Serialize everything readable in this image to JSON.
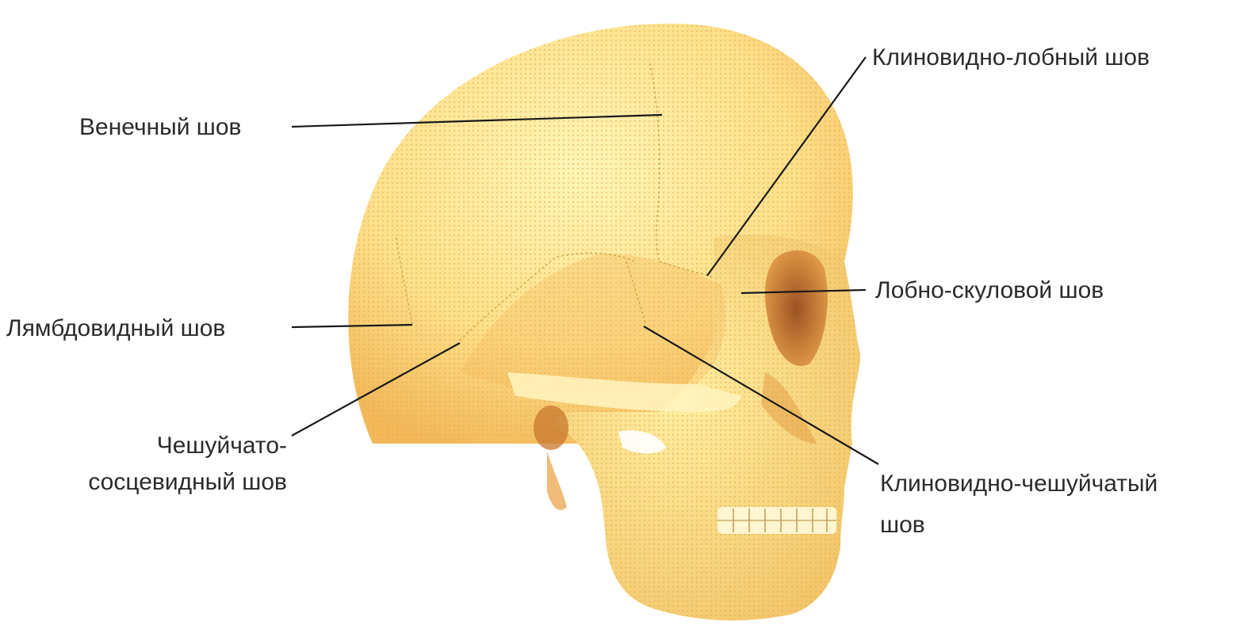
{
  "labels": {
    "coronal": "Венечный шов",
    "lambdoid": "Лямбдовидный шов",
    "squamomastoid_line1": "Чешуйчато-",
    "squamomastoid_line2": "сосцевидный шов",
    "sphenofrontal": "Клиновидно-лобный шов",
    "frontozygomatic": "Лобно-скуловой шов",
    "sphenosquamous_line1": "Клиновидно-чешуйчатый",
    "sphenosquamous_line2": "шов"
  },
  "colors": {
    "bone_light": "#fff2a8",
    "bone_mid": "#fbd86a",
    "bone_shadow": "#e8a83c",
    "cavity": "#c8772e",
    "dots": "#e9a94a",
    "text": "#2b2b2b",
    "leader": "#1a1a1a"
  }
}
